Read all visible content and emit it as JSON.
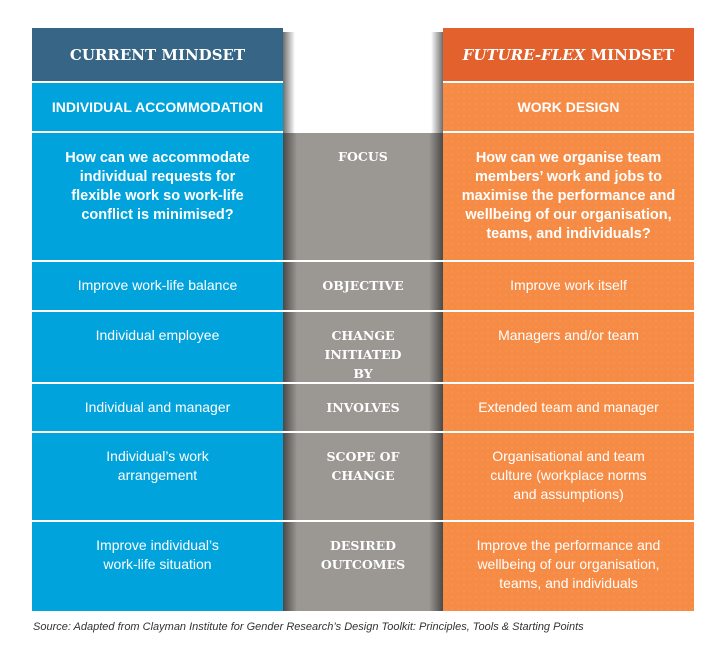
{
  "columns": {
    "current": {
      "title": "CURRENT MINDSET",
      "subtitle": "INDIVIDUAL ACCOMMODATION",
      "color_header": "#366586",
      "color_body": "#00a3dc"
    },
    "future": {
      "title_italic": "FUTURE-FLEX",
      "title_rest": " MINDSET",
      "subtitle": "WORK DESIGN",
      "color_header": "#e2612d",
      "color_body": "#f68b45"
    }
  },
  "rows": [
    {
      "label": "FOCUS",
      "current": "How can we accommodate individual requests for flexible work so work-life conflict is minimised?",
      "future": "How can we organise team members’ work and jobs to maximise the performance and wellbeing of our organisation, teams, and individuals?"
    },
    {
      "label": "OBJECTIVE",
      "current": "Improve work-life balance",
      "future": "Improve work itself"
    },
    {
      "label": "CHANGE INITIATED BY",
      "current": "Individual employee",
      "future": "Managers and/or team"
    },
    {
      "label": "INVOLVES",
      "current": "Individual and manager",
      "future": "Extended team and manager"
    },
    {
      "label": "SCOPE OF CHANGE",
      "current": "Individual’s work arrangement",
      "future": "Organisational and team culture (workplace norms and assumptions)"
    },
    {
      "label": "DESIRED OUTCOMES",
      "current": "Improve individual’s work-life situation",
      "future": "Improve the performance and wellbeing of our organisation, teams, and individuals"
    }
  ],
  "source": "Source: Adapted from Clayman Institute for Gender Research’s Design Toolkit: Principles, Tools & Starting Points"
}
